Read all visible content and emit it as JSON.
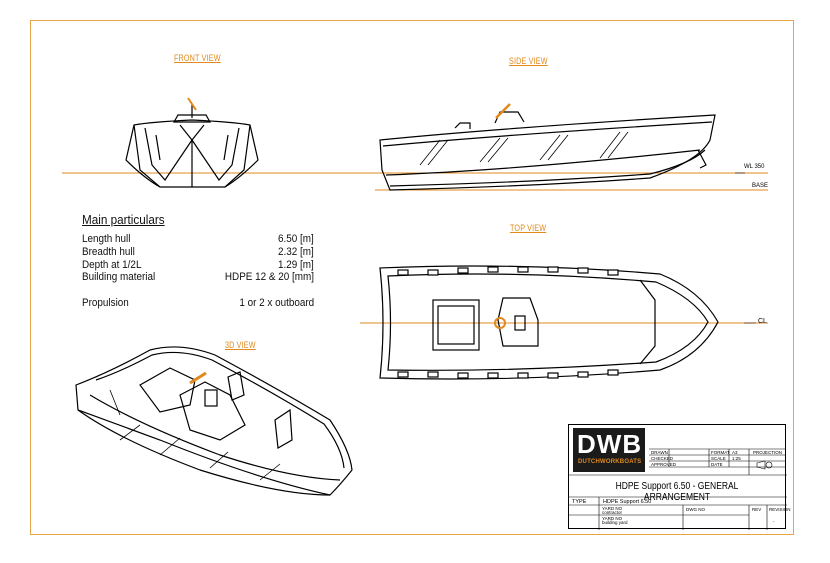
{
  "views": {
    "front": "FRONT VIEW",
    "side": "SIDE VIEW",
    "top": "TOP VIEW",
    "three_d": "3D VIEW"
  },
  "markers": {
    "wl": "WL 350",
    "base": "BASE",
    "cl": "CL"
  },
  "particulars": {
    "title": "Main particulars",
    "rows": [
      {
        "label": "Length hull",
        "value": "6.50 [m]"
      },
      {
        "label": "Breadth hull",
        "value": "2.32 [m]"
      },
      {
        "label": "Depth at 1/2L",
        "value": "1.29 [m]"
      },
      {
        "label": "Building material",
        "value": "HDPE 12 & 20 [mm]"
      }
    ],
    "propulsion_label": "Propulsion",
    "propulsion_value": "1 or 2 x outboard"
  },
  "title_block": {
    "logo_text": "DWB",
    "logo_sub": "DUTCHWORKBOATS",
    "drawn_label": "DRAWN",
    "checked_label": "CHECKED",
    "approved_label": "APPROVED",
    "format_label": "FORMAT",
    "format_value": "A3",
    "scale_label": "SCALE",
    "scale_value": "1:25",
    "date_label": "DATE",
    "projection_label": "PROJECTION",
    "main_title": "HDPE Support 6.50 - GENERAL ARRANGEMENT",
    "type_label": "TYPE",
    "type_value": "HDPE Support 6.50",
    "yard_label1": "YARD NO",
    "yard_value1": "contractor",
    "yard_label2": "YARD NO",
    "yard_value2": "building yard",
    "dwg_label": "DWG NO",
    "rev_label": "REV",
    "revision_label": "REVISION",
    "rev_value": "-"
  },
  "colors": {
    "accent": "#e08a1e",
    "line": "#000000",
    "frame": "#e8a548"
  }
}
